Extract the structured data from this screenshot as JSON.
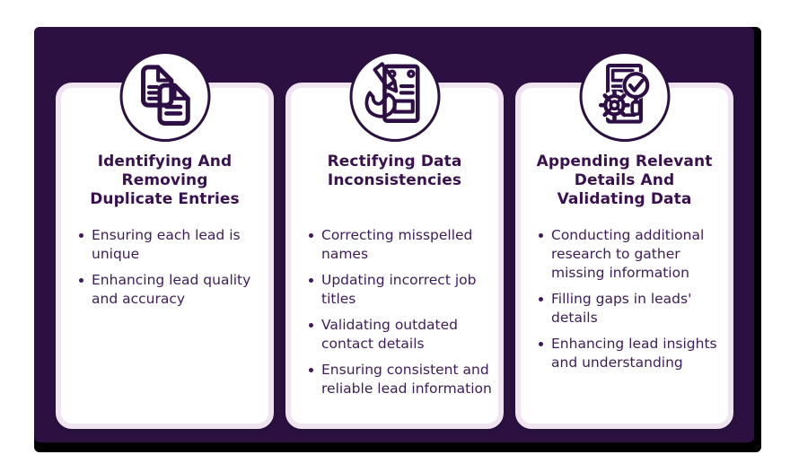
{
  "theme": {
    "page_bg": "#FFFFFF",
    "panel_bg": "#2C1041",
    "panel_shadow": "#000000",
    "card_bg": "#FFFFFF",
    "card_border": "#EFE4EF",
    "icon_stroke": "#2E0F45",
    "heading_text": "#38114E",
    "body_text": "#3E1B59"
  },
  "cards": [
    {
      "icon": "duplicate-documents-icon",
      "title": "Identifying And Removing Duplicate Entries",
      "title_lines": [
        "Identifying And",
        "Removing",
        "Duplicate Entries"
      ],
      "bullets": [
        "Ensuring each lead is unique",
        "Enhancing lead quality and accuracy"
      ]
    },
    {
      "icon": "pen-writing-form-icon",
      "title": "Rectifying Data Inconsistencies",
      "title_lines": [
        "Rectifying Data",
        "Inconsistencies"
      ],
      "bullets": [
        "Correcting misspelled names",
        "Updating incorrect job titles",
        "Validating outdated contact details",
        "Ensuring consistent and reliable lead information"
      ]
    },
    {
      "icon": "document-gear-magnifier-icon",
      "title": "Appending Relevant Details And Validating Data",
      "title_lines": [
        "Appending Relevant",
        "Details And",
        "Validating Data"
      ],
      "bullets": [
        "Conducting additional research to gather missing information",
        "Filling gaps in leads' details",
        "Enhancing lead insights and understanding"
      ]
    }
  ]
}
